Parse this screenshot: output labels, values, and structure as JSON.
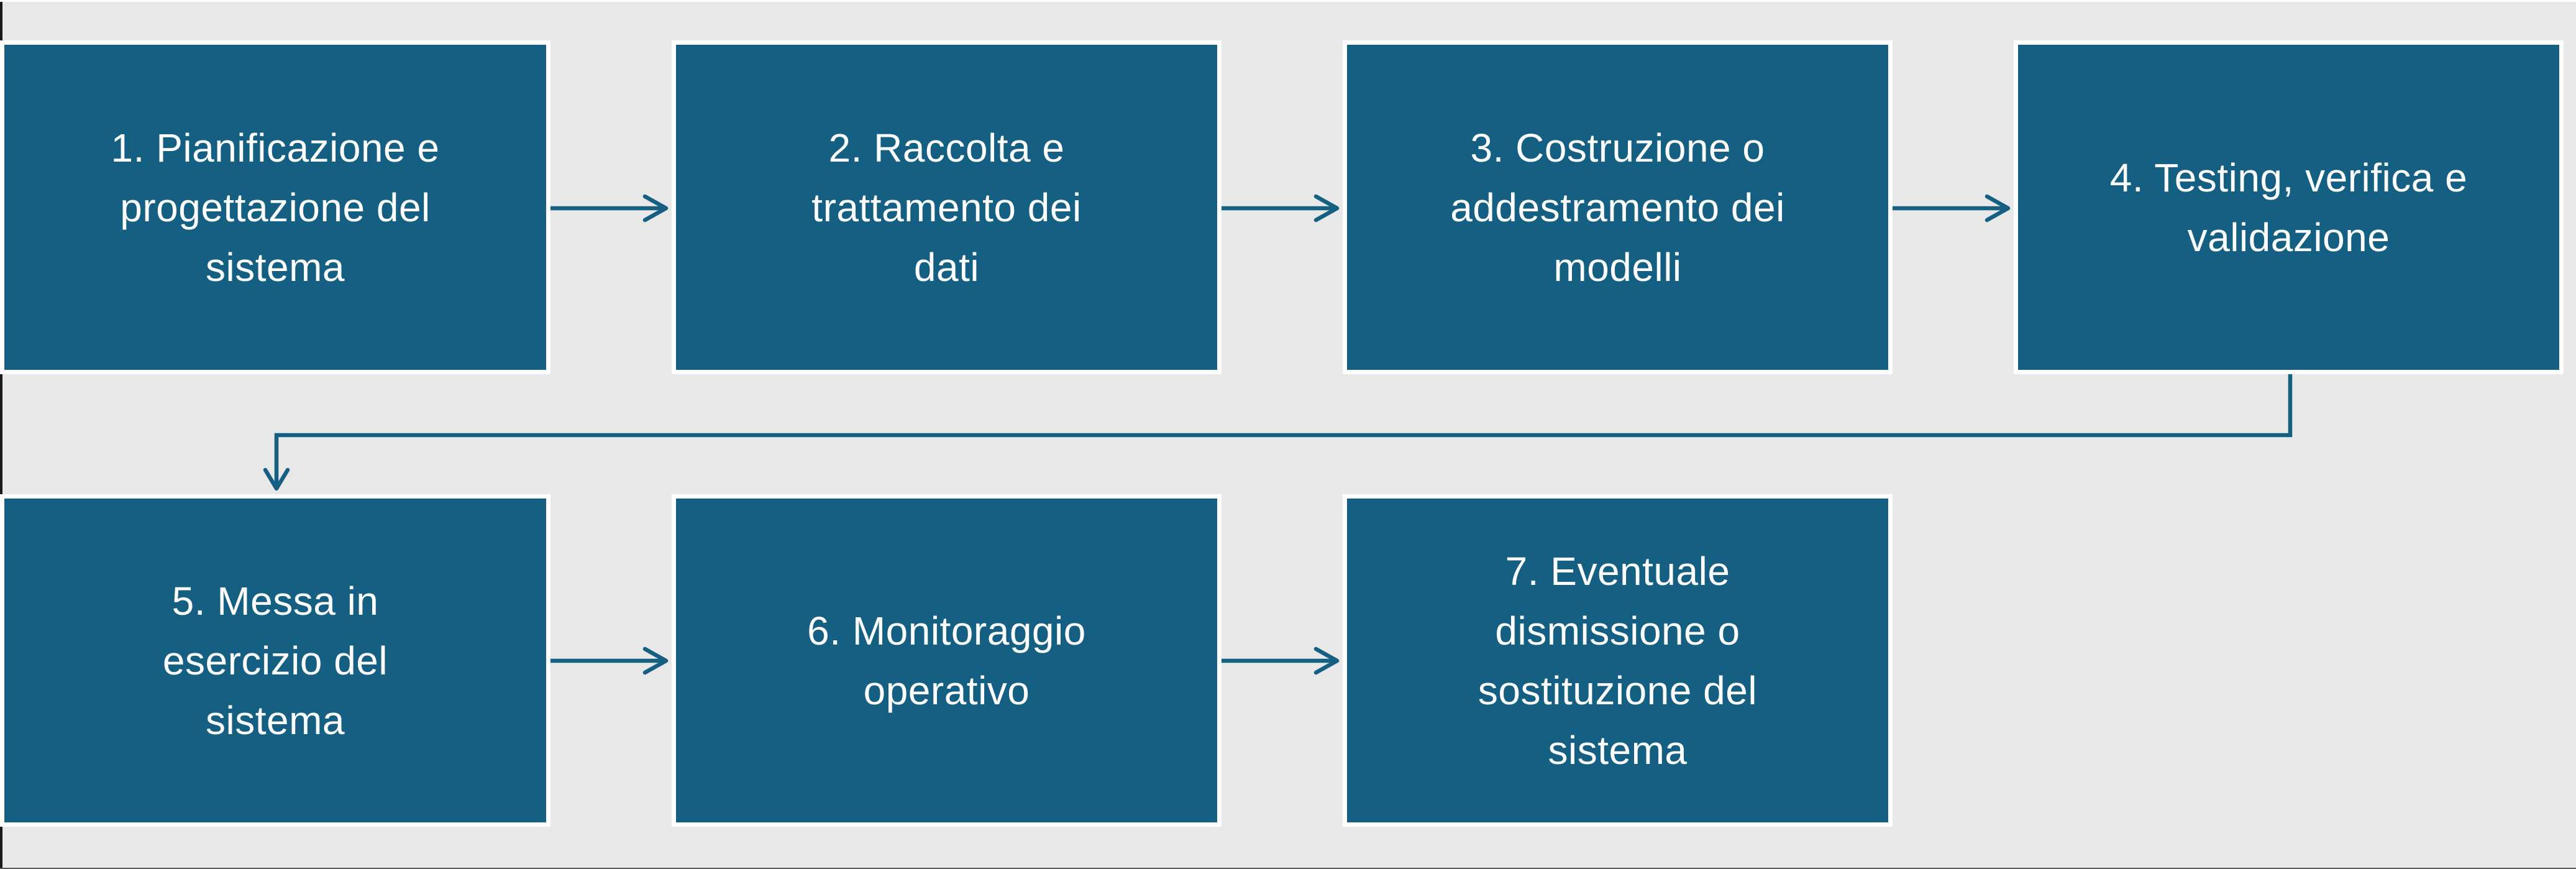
{
  "canvas": {
    "background_color": "#E8E8E8",
    "top_strip_color": "#FFFFFF",
    "left_bar_color": "#1A1A1A",
    "bottom_line_color": "#5A5A5A"
  },
  "theme": {
    "box_fill": "#156082",
    "box_border": "#FFFFFF",
    "arrow_color": "#156082",
    "text_color": "#FFFFFF"
  },
  "diagram": {
    "type": "flowchart",
    "language": "it",
    "boxes": [
      {
        "id": 1,
        "label": "1. Pianificazione e\nprogettazione del\nsistema"
      },
      {
        "id": 2,
        "label": "2. Raccolta e\ntrattamento dei\ndati"
      },
      {
        "id": 3,
        "label": "3. Costruzione o\naddestramento dei\nmodelli"
      },
      {
        "id": 4,
        "label": "4. Testing, verifica e\nvalidazione"
      },
      {
        "id": 5,
        "label": "5. Messa in\nesercizio del\nsistema"
      },
      {
        "id": 6,
        "label": "6. Monitoraggio\noperativo"
      },
      {
        "id": 7,
        "label": "7. Eventuale\ndismissione o\nsostituzione del\nsistema"
      }
    ],
    "connections": [
      {
        "from": 1,
        "to": 2,
        "type": "straight-arrow-right"
      },
      {
        "from": 2,
        "to": 3,
        "type": "straight-arrow-right"
      },
      {
        "from": 3,
        "to": 4,
        "type": "straight-arrow-right"
      },
      {
        "from": 4,
        "to": 5,
        "type": "elbow-down-left-down"
      },
      {
        "from": 5,
        "to": 6,
        "type": "straight-arrow-right"
      },
      {
        "from": 6,
        "to": 7,
        "type": "straight-arrow-right"
      }
    ]
  }
}
